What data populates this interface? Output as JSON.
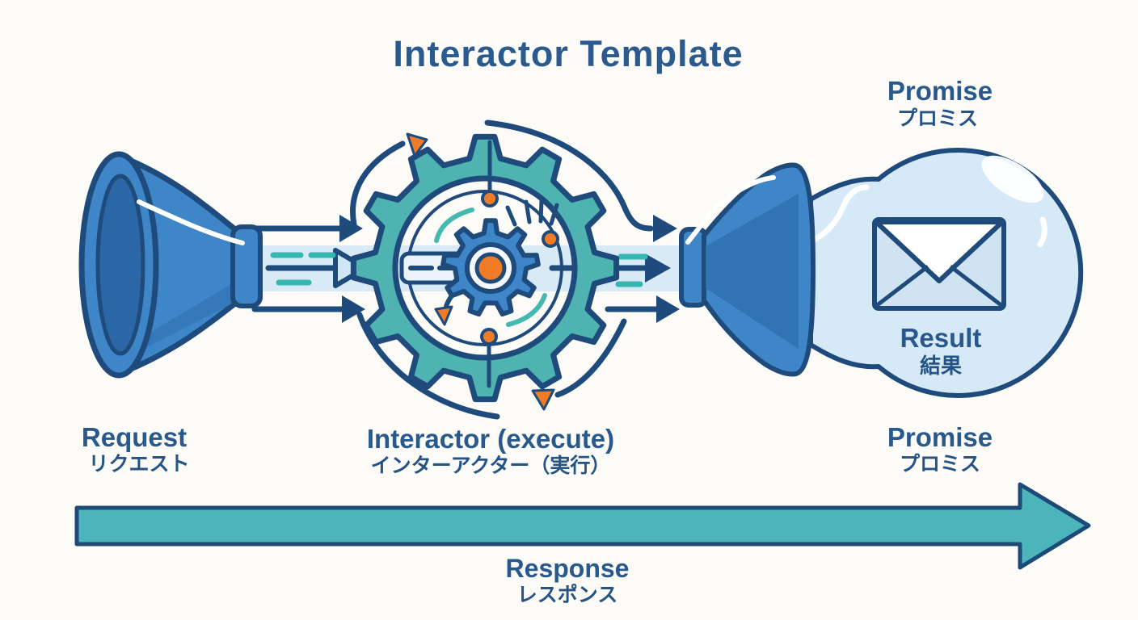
{
  "title": "Interactor Template",
  "labels": {
    "request": {
      "en": "Request",
      "ja": "リクエスト"
    },
    "interactor": {
      "en": "Interactor (execute)",
      "ja": "インターアクター（実行）"
    },
    "promise_top": {
      "en": "Promise",
      "ja": "プロミス"
    },
    "promise": {
      "en": "Promise",
      "ja": "プロミス"
    },
    "result": {
      "en": "Result",
      "ja": "結果"
    },
    "response": {
      "en": "Response",
      "ja": "レスポンス"
    }
  },
  "icons": {
    "left_funnel": "funnel-icon",
    "right_funnel": "funnel-icon",
    "gear": "gear-icon",
    "envelope": "envelope-icon",
    "bubble": "promise-bubble",
    "response_arrow": "arrow-right-icon"
  },
  "colors": {
    "navy": "#1e4b7b",
    "text_navy": "#29598c",
    "teal": "#4fb3b2",
    "teal_arrow": "#4cb5bc",
    "teal_dash": "#35b6ae",
    "funnel_blue": "#3e86c8",
    "funnel_dark": "#2c68a9",
    "pipe_blue": "#d9eaf7",
    "bubble_blue": "#d5e9f7",
    "envelope_body": "#cfe3f3",
    "orange": "#f07c28",
    "background": "#fcfbf8"
  }
}
